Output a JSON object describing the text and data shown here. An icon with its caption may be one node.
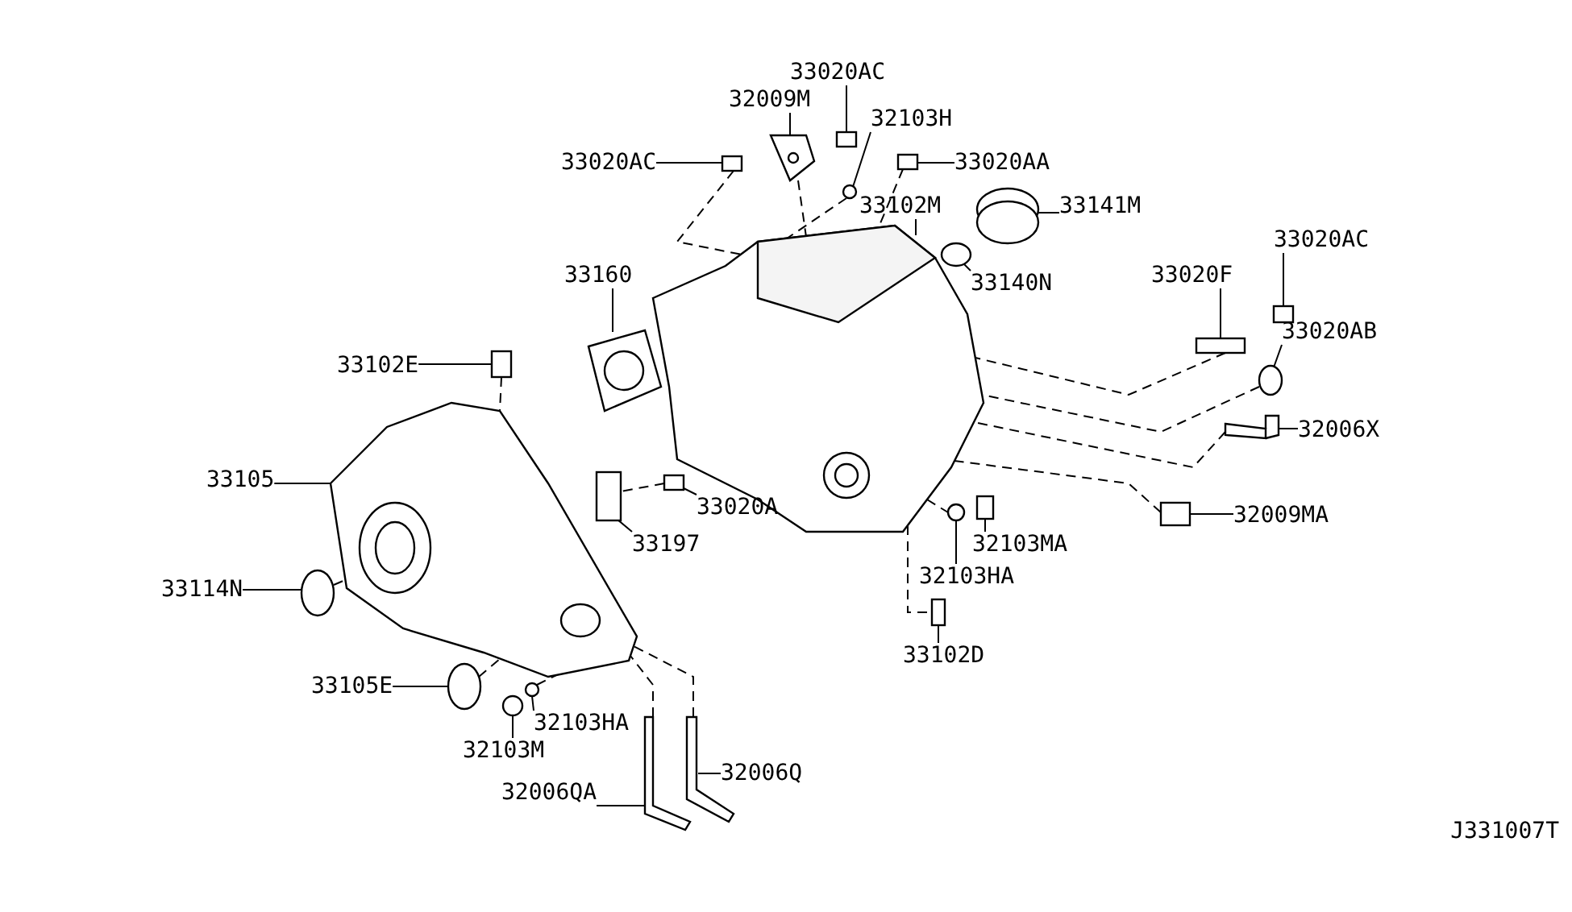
{
  "diagram": {
    "nodes": [
      {
        "text": [
          "33020AC"
        ]
      },
      {
        "text": [
          "32009M"
        ]
      },
      {
        "text": [
          "32103H"
        ]
      },
      {
        "text": [
          "33020AC"
        ]
      },
      {
        "text": [
          "33020AA"
        ]
      },
      {
        "text": [
          "33102M"
        ]
      },
      {
        "text": [
          "33141M"
        ]
      },
      {
        "text": [
          "33140N"
        ]
      },
      {
        "text": [
          "33020AC"
        ]
      },
      {
        "text": [
          "33020F"
        ]
      },
      {
        "text": [
          "33020AB"
        ]
      },
      {
        "text": [
          "33160"
        ]
      },
      {
        "text": [
          "33102E"
        ]
      },
      {
        "text": [
          "32006X"
        ]
      },
      {
        "text": [
          "33105"
        ]
      },
      {
        "text": [
          "33197"
        ]
      },
      {
        "text": [
          "33020A"
        ]
      },
      {
        "text": [
          "32103MA"
        ]
      },
      {
        "text": [
          "32009MA"
        ]
      },
      {
        "text": [
          "32103HA"
        ]
      },
      {
        "text": [
          "33114N"
        ]
      },
      {
        "text": [
          "33102D"
        ]
      },
      {
        "text": [
          "33105E"
        ]
      },
      {
        "text": [
          "32103HA"
        ]
      },
      {
        "text": [
          "32103M"
        ]
      },
      {
        "text": [
          "32006Q"
        ]
      },
      {
        "text": [
          "32006QA"
        ]
      },
      {
        "text": [],
        "shape": "box"
      },
      {
        "text": [],
        "shape": "picture"
      },
      {
        "text": [],
        "shape": "circle"
      },
      {
        "text": [],
        "shape": "box"
      },
      {
        "text": [],
        "shape": "box"
      },
      {
        "text": [],
        "shape": "picture"
      },
      {
        "text": [],
        "shape": "picture"
      },
      {
        "text": [],
        "shape": "ellipse"
      },
      {
        "text": [],
        "shape": "box"
      },
      {
        "text": [],
        "shape": "box"
      },
      {
        "text": [],
        "shape": "ellipse"
      },
      {
        "text": [],
        "shape": "picture"
      },
      {
        "text": [],
        "shape": "box"
      },
      {
        "text": [],
        "shape": "picture"
      },
      {
        "text": [],
        "shape": "picture"
      },
      {
        "text": [],
        "shape": "box"
      },
      {
        "text": [],
        "shape": "box"
      },
      {
        "text": [],
        "shape": "box"
      },
      {
        "text": [],
        "shape": "box"
      },
      {
        "text": [],
        "shape": "circle"
      },
      {
        "text": [],
        "shape": "ellipse"
      },
      {
        "text": [],
        "shape": "box"
      },
      {
        "text": [],
        "shape": "ellipse"
      },
      {
        "text": [],
        "shape": "circle"
      },
      {
        "text": [],
        "shape": "circle"
      },
      {
        "text": [],
        "shape": "picture"
      },
      {
        "text": [],
        "shape": "picture"
      }
    ],
    "edges": [
      {
        "from": 0,
        "to": 27,
        "arrow": "none"
      },
      {
        "from": 1,
        "to": 28,
        "arrow": "none"
      },
      {
        "from": 2,
        "to": 29,
        "arrow": "none"
      },
      {
        "from": 3,
        "to": 30,
        "arrow": "none"
      },
      {
        "from": 4,
        "to": 31,
        "arrow": "none"
      },
      {
        "from": 5,
        "to": 32,
        "arrow": "none"
      },
      {
        "from": 6,
        "to": 33,
        "arrow": "none"
      },
      {
        "from": 7,
        "to": 34,
        "arrow": "none"
      },
      {
        "from": 8,
        "to": 35,
        "arrow": "none"
      },
      {
        "from": 9,
        "to": 36,
        "arrow": "none"
      },
      {
        "from": 10,
        "to": 37,
        "arrow": "none"
      },
      {
        "from": 11,
        "to": 38,
        "arrow": "none"
      },
      {
        "from": 12,
        "to": 39,
        "arrow": "none"
      },
      {
        "from": 13,
        "to": 40,
        "arrow": "none"
      },
      {
        "from": 14,
        "to": 41,
        "arrow": "none"
      },
      {
        "from": 15,
        "to": 42,
        "arrow": "none"
      },
      {
        "from": 16,
        "to": 43,
        "arrow": "none"
      },
      {
        "from": 17,
        "to": 44,
        "arrow": "none"
      },
      {
        "from": 18,
        "to": 45,
        "arrow": "none"
      },
      {
        "from": 19,
        "to": 46,
        "arrow": "none"
      },
      {
        "from": 20,
        "to": 47,
        "arrow": "none"
      },
      {
        "from": 21,
        "to": 48,
        "arrow": "none"
      },
      {
        "from": 22,
        "to": 49,
        "arrow": "none"
      },
      {
        "from": 23,
        "to": 50,
        "arrow": "none"
      },
      {
        "from": 24,
        "to": 51,
        "arrow": "none"
      },
      {
        "from": 25,
        "to": 52,
        "arrow": "none"
      },
      {
        "from": 26,
        "to": 53,
        "arrow": "none"
      },
      {
        "from": 30,
        "to": 32,
        "arrow": "none",
        "style": "dashed"
      },
      {
        "from": 28,
        "to": 32,
        "arrow": "none",
        "style": "dashed"
      },
      {
        "from": 29,
        "to": 32,
        "arrow": "none",
        "style": "dashed"
      },
      {
        "from": 31,
        "to": 32,
        "arrow": "none",
        "style": "dashed"
      },
      {
        "from": 36,
        "to": 32,
        "arrow": "none",
        "style": "dashed"
      },
      {
        "from": 37,
        "to": 32,
        "arrow": "none",
        "style": "dashed"
      },
      {
        "from": 40,
        "to": 32,
        "arrow": "none",
        "style": "dashed"
      },
      {
        "from": 45,
        "to": 32,
        "arrow": "none",
        "style": "dashed"
      },
      {
        "from": 32,
        "to": 46,
        "arrow": "none",
        "style": "dashed"
      },
      {
        "from": 32,
        "to": 48,
        "arrow": "none",
        "style": "dashed"
      },
      {
        "from": 39,
        "to": 41,
        "arrow": "none",
        "style": "dashed"
      },
      {
        "from": 43,
        "to": 42,
        "arrow": "none",
        "style": "dashed"
      },
      {
        "from": 47,
        "to": 41,
        "arrow": "none",
        "style": "dashed"
      },
      {
        "from": 49,
        "to": 41,
        "arrow": "none",
        "style": "dashed"
      },
      {
        "from": 50,
        "to": 41,
        "arrow": "none",
        "style": "dashed"
      },
      {
        "from": 52,
        "to": 41,
        "arrow": "none",
        "style": "dashed"
      },
      {
        "from": 53,
        "to": 41,
        "arrow": "none",
        "style": "dashed"
      }
    ],
    "labels": [
      "J331007T"
    ]
  }
}
